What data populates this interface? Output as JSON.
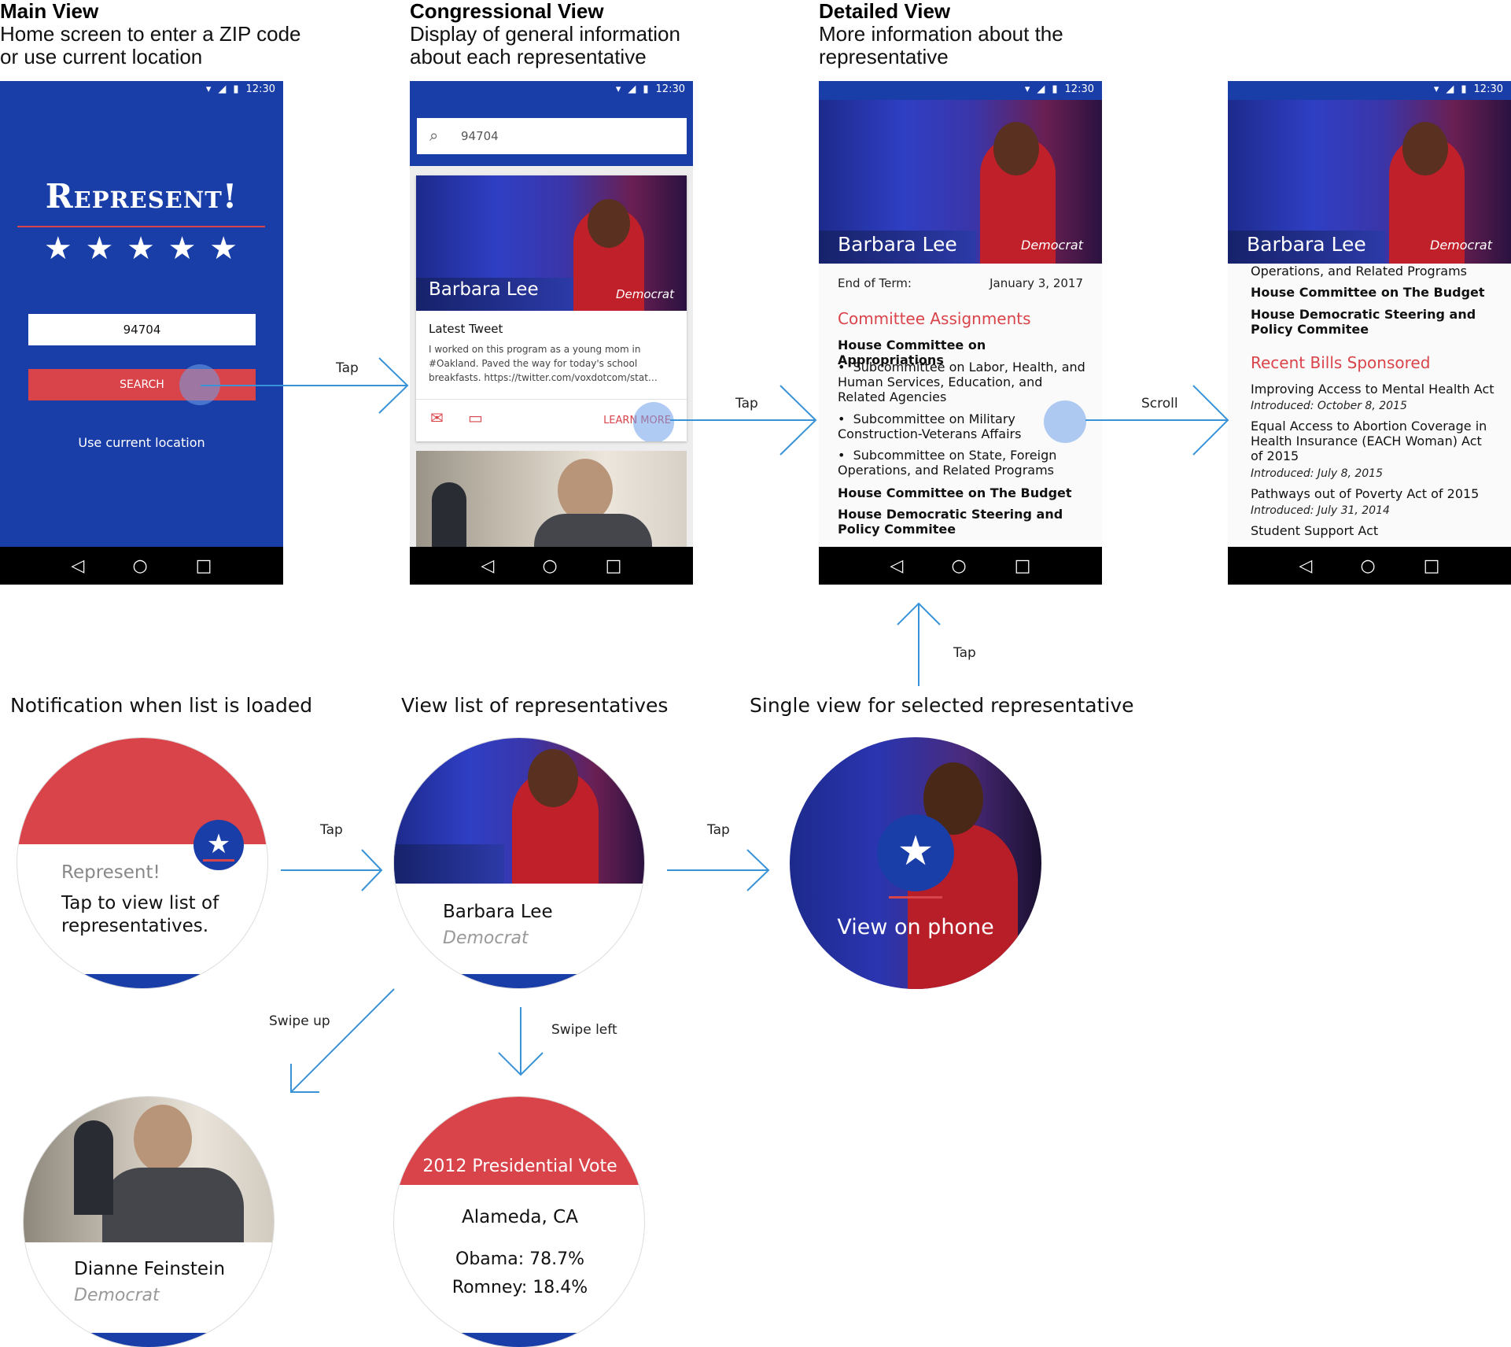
{
  "colors": {
    "navy": "#1a3ea8",
    "red": "#d9434a",
    "flow_arrow": "#3a93d6"
  },
  "headers": {
    "main": {
      "title": "Main View",
      "subtitle": "Home screen to enter a ZIP code\nor use current location"
    },
    "congressional": {
      "title": "Congressional View",
      "subtitle": "Display of general information\nabout each representative"
    },
    "detailed": {
      "title": "Detailed View",
      "subtitle": "More information about the\nrepresentative"
    }
  },
  "status_bar": {
    "time": "12:30",
    "wifi_icon": "wifi-icon",
    "signal_icon": "signal-icon",
    "battery_icon": "battery-icon"
  },
  "nav_bar": {
    "back_icon": "back-icon",
    "home_icon": "home-icon",
    "recents_icon": "recents-icon"
  },
  "main_screen": {
    "app_title": "Represent!",
    "stars": "★ ★ ★ ★ ★",
    "zip_value": "94704",
    "search_label": "SEARCH",
    "location_label": "Use current location"
  },
  "congress_screen": {
    "search_value": "94704",
    "card": {
      "name": "Barbara Lee",
      "party": "Democrat",
      "tweet_heading": "Latest Tweet",
      "tweet_text": "I worked on this program as a young mom in #Oakland. Paved the way for today's school breakfasts. https://twitter.com/voxdotcom/stat…",
      "learn_more_label": "LEARN MORE",
      "email_icon": "email-icon",
      "website_icon": "monitor-icon"
    }
  },
  "detail_screen": {
    "name": "Barbara Lee",
    "party": "Democrat",
    "term_label": "End of Term:",
    "term_value": "January 3, 2017",
    "committee_heading": "Committee Assignments",
    "committees": [
      "House Committee on Appropriations",
      "Subcommittee on Labor, Health, and Human Services, Education, and Related Agencies",
      "Subcommittee on Military Construction-Veterans Affairs",
      "Subcommittee on State, Foreign Operations, and Related Programs",
      "House Committee on The Budget",
      "House Democratic Steering and Policy Commitee"
    ]
  },
  "scrolled_screen": {
    "name": "Barbara Lee",
    "party": "Democrat",
    "partial_line": "Operations, and Related Programs",
    "committees": [
      "House Committee on The Budget",
      "House Democratic Steering and Policy Commitee"
    ],
    "bills_heading": "Recent Bills Sponsored",
    "bills": [
      {
        "title": "Improving Access to Mental Health Act",
        "date": "Introduced: October 8, 2015"
      },
      {
        "title": "Equal Access to Abortion Coverage in Health Insurance (EACH Woman) Act of 2015",
        "date": "Introduced: July 8, 2015"
      },
      {
        "title": "Pathways out of Poverty Act of 2015",
        "date": "Introduced: July 31, 2014"
      },
      {
        "title": "Student Support Act",
        "date": ""
      }
    ]
  },
  "watch_labels": {
    "notification": "Notification when list is loaded",
    "list": "View list of representatives",
    "single": "Single view for selected representative"
  },
  "watch_notification": {
    "app": "Represent!",
    "message": "Tap to view list of representatives.",
    "star_icon": "star-icon"
  },
  "watch_list": {
    "name": "Barbara Lee",
    "party": "Democrat"
  },
  "watch_single": {
    "label": "View on phone",
    "star_icon": "star-icon"
  },
  "watch_swipe_up": {
    "name": "Dianne Feinstein",
    "party": "Democrat"
  },
  "watch_vote": {
    "heading": "2012 Presidential Vote",
    "county": "Alameda, CA",
    "obama": "Obama: 78.7%",
    "romney": "Romney: 18.4%"
  },
  "arrows": {
    "tap1": "Tap",
    "tap2": "Tap",
    "scroll": "Scroll",
    "tap_up": "Tap",
    "tap_w1": "Tap",
    "tap_w2": "Tap",
    "swipe_up": "Swipe up",
    "swipe_left": "Swipe left"
  }
}
